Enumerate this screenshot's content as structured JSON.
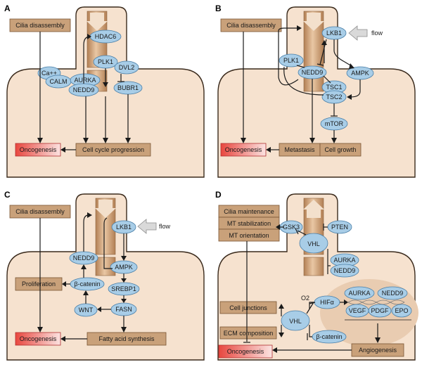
{
  "panels": {
    "A": {
      "letter": "A",
      "cilia_disassembly": "Cilia disassembly",
      "oncogenesis": "Oncogenesis",
      "cell_cycle": "Cell cycle progression",
      "hdac6": "HDAC6",
      "plk1": "PLK1",
      "dvl2": "DVL2",
      "ca": "Ca++",
      "calm": "CALM",
      "aurka": "AURKA",
      "nedd9": "NEDD9",
      "bubr1": "BUBR1"
    },
    "B": {
      "letter": "B",
      "cilia_disassembly": "Cilia disassembly",
      "lkb1": "LKB1",
      "flow": "flow",
      "plk1": "PLK1",
      "nedd9": "NEDD9",
      "ampk": "AMPK",
      "tsc1": "TSC1",
      "tsc2": "TSC2",
      "mtor": "mTOR",
      "oncogenesis": "Oncogenesis",
      "metastasis": "Metastasis",
      "cell_growth": "Cell growth"
    },
    "C": {
      "letter": "C",
      "cilia_disassembly": "Cilia disassembly",
      "lkb1": "LKB1",
      "flow": "flow",
      "nedd9": "NEDD9",
      "ampk": "AMPK",
      "proliferation": "Proliferation",
      "beta_catenin": "β-catenin",
      "srebp1": "SREBP1",
      "wnt": "WNT",
      "fasn": "FASN",
      "oncogenesis": "Oncogenesis",
      "fatty_acid": "Fatty acid synthesis"
    },
    "D": {
      "letter": "D",
      "cilia_maintenance": "Cilia maintenance",
      "mt_stabilization": "MT stabilization",
      "mt_orientation": "MT orientation",
      "gsk3": "GSK3",
      "pten": "PTEN",
      "vhl_top": "VHL",
      "aurka_top": "AURKA",
      "nedd9_top": "NEDD9",
      "o2": "O2",
      "hif": "HIFα",
      "aurka_n": "AURKA",
      "nedd9_n": "NEDD9",
      "vegf": "VEGF",
      "pdgf": "PDGF",
      "epo": "EPO",
      "cell_junctions": "Cell junctions",
      "vhl_mid": "VHL",
      "ecm": "ECM composition",
      "beta_catenin": "β-catenin",
      "oncogenesis": "Oncogenesis",
      "angiogenesis": "Angiogenesis"
    }
  },
  "colors": {
    "cell_fill": "#f6e2cf",
    "box_fill": "#c9a17a",
    "protein_fill": "#a8cde7",
    "oncogenesis_red": "#e8473f",
    "flow_arrow": "#d9d9d9"
  }
}
